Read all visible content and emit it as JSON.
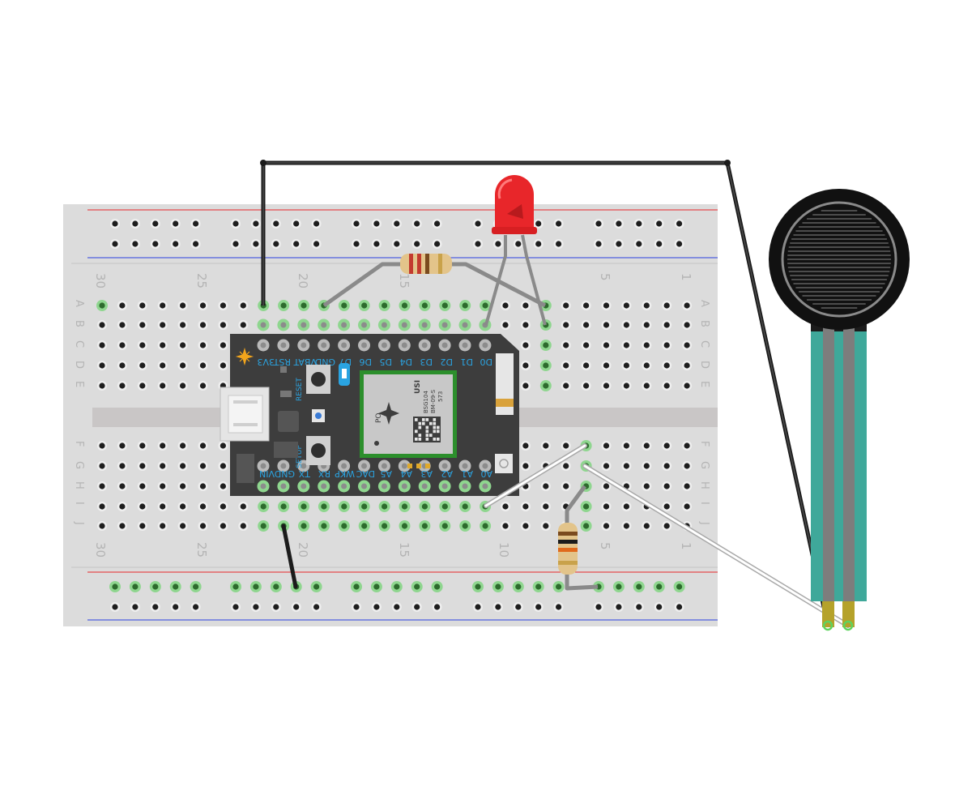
{
  "breadboard": {
    "column_numbers": [
      "30",
      "25",
      "20",
      "15",
      "10",
      "5",
      "1"
    ],
    "row_letters_top": [
      "A",
      "B",
      "C",
      "D",
      "E"
    ],
    "row_letters_bottom": [
      "F",
      "G",
      "H",
      "I",
      "J"
    ],
    "colors": {
      "board": "#dcdcdc",
      "red_rail": "#e8262a",
      "blue_rail": "#2a3fe0",
      "hole": "#1e1e1e",
      "active": "#8fd68f"
    }
  },
  "photon": {
    "top_pins": [
      "3V3",
      "RST",
      "VBAT",
      "GND",
      "D7",
      "D6",
      "D5",
      "D4",
      "D3",
      "D2",
      "D1",
      "D0"
    ],
    "bottom_pins": [
      "VIN",
      "GND",
      "TX",
      "RX",
      "WKP",
      "DAC",
      "A5",
      "A4",
      "A3",
      "A2",
      "A1",
      "A0"
    ],
    "reset_label": "RESET",
    "setup_label": "SETUP",
    "logo_text": "PO",
    "module_lines": [
      "USI",
      "BSG104",
      "BM-09-S",
      "573"
    ],
    "colors": {
      "board": "#3d3d3d",
      "module": "#c8c8c8",
      "label": "#2aa4e2"
    }
  },
  "components": [
    {
      "name": "led",
      "color": "#e8262a"
    },
    {
      "name": "resistor-top"
    },
    {
      "name": "resistor-bottom"
    },
    {
      "name": "force-sensitive-resistor",
      "color": "#111111",
      "lead_color": "#3fa89a"
    }
  ]
}
